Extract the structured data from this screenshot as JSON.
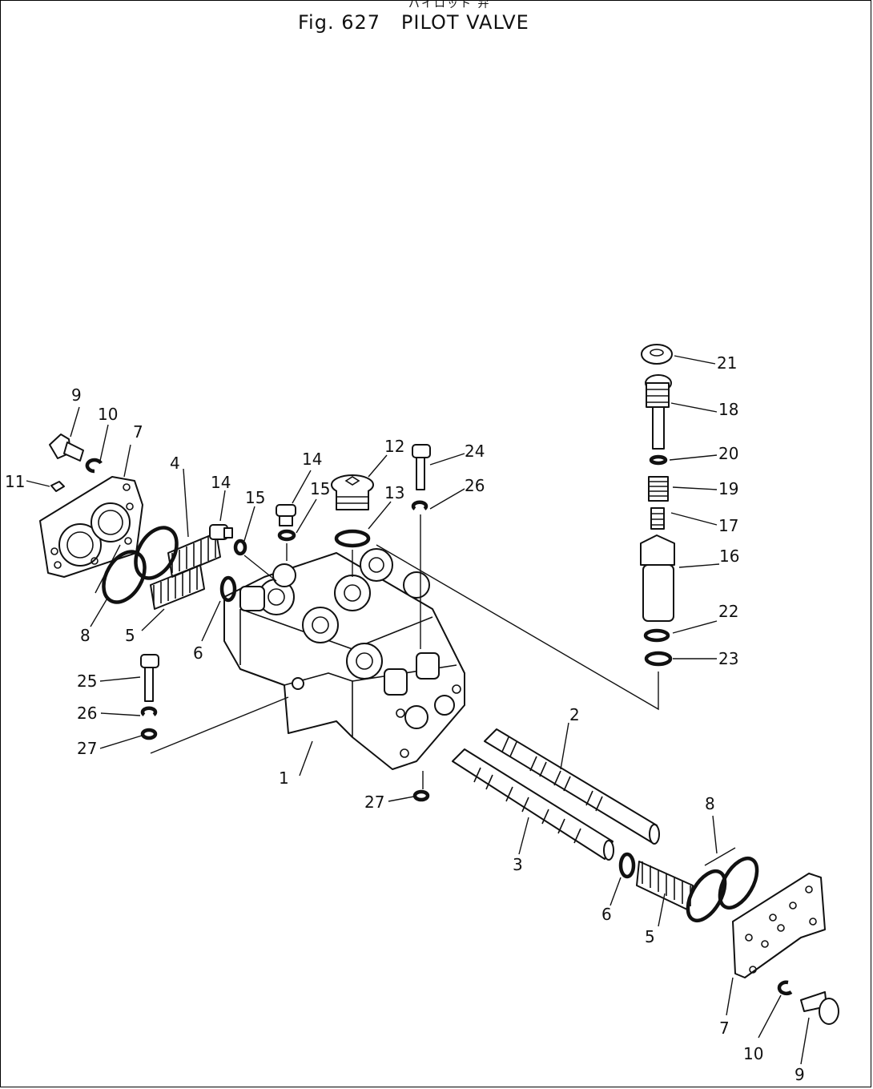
{
  "header": {
    "subtitle_jp": "パイロット 弁",
    "title": "Fig. 627   PILOT VALVE"
  },
  "callouts": [
    "1",
    "2",
    "3",
    "4",
    "5",
    "5",
    "6",
    "6",
    "7",
    "7",
    "8",
    "8",
    "9",
    "9",
    "10",
    "10",
    "11",
    "12",
    "13",
    "14",
    "14",
    "15",
    "15",
    "16",
    "17",
    "18",
    "19",
    "20",
    "21",
    "22",
    "23",
    "24",
    "25",
    "26",
    "26",
    "27",
    "27"
  ],
  "colors": {
    "ink": "#111111",
    "background": "#ffffff"
  }
}
